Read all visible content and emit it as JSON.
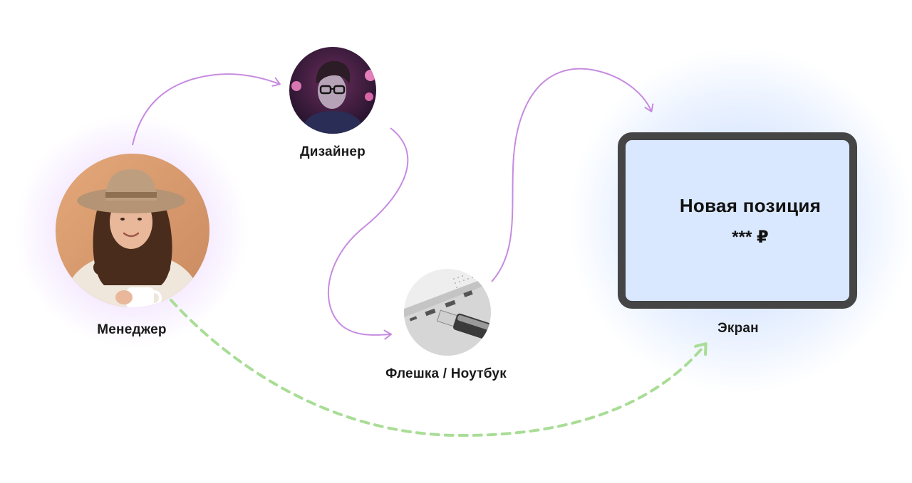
{
  "nodes": {
    "manager": {
      "label": "Менеджер"
    },
    "designer": {
      "label": "Дизайнер"
    },
    "flash": {
      "label": "Флешка / Ноутбук"
    },
    "screen": {
      "label": "Экран",
      "title": "Новая позиция",
      "price": "*** ₽"
    }
  },
  "colors": {
    "arrow_purple": "#c78be0",
    "arrow_green": "#a9dd96",
    "screen_fill": "#d9e8fe",
    "screen_frame": "#454545",
    "manager_glow": "#c478ff",
    "screen_glow": "#82afff"
  },
  "edges": [
    {
      "from": "manager",
      "to": "designer",
      "style": "solid",
      "color": "purple"
    },
    {
      "from": "designer",
      "to": "flash",
      "style": "solid",
      "color": "purple"
    },
    {
      "from": "flash",
      "to": "screen",
      "style": "solid",
      "color": "purple"
    },
    {
      "from": "manager",
      "to": "screen",
      "style": "dashed",
      "color": "green"
    }
  ]
}
